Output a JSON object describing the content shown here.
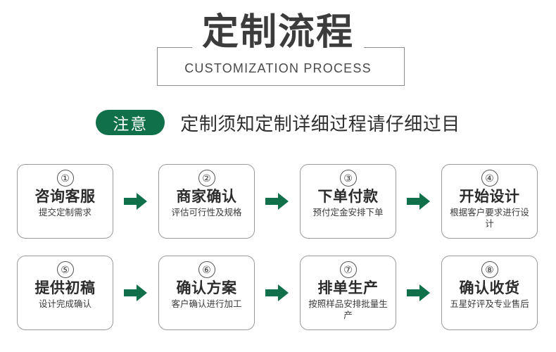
{
  "header": {
    "title_cn": "定制流程",
    "title_en": "CUSTOMIZATION PROCESS"
  },
  "notice": {
    "badge_label": "注意",
    "text": "定制须知定制详细过程请仔细过目",
    "badge_color": "#0f7049"
  },
  "theme": {
    "accent_green": "#0f7049",
    "text_dark": "#2b2b2b",
    "border_gray": "#9a9a9a"
  },
  "flow": {
    "arrow_icon": "arrow-right-icon",
    "rows": [
      {
        "steps": [
          {
            "number": "①",
            "title": "咨询客服",
            "desc": "提交定制需求"
          },
          {
            "number": "②",
            "title": "商家确认",
            "desc": "评估可行性及规格"
          },
          {
            "number": "③",
            "title": "下单付款",
            "desc": "预付定金安排下单"
          },
          {
            "number": "④",
            "title": "开始设计",
            "desc": "根据客户要求进行设计"
          }
        ]
      },
      {
        "steps": [
          {
            "number": "⑤",
            "title": "提供初稿",
            "desc": "设计完成确认"
          },
          {
            "number": "⑥",
            "title": "确认方案",
            "desc": "客户确认进行加工"
          },
          {
            "number": "⑦",
            "title": "排单生产",
            "desc": "按照样品安排批量生产"
          },
          {
            "number": "⑧",
            "title": "确认收货",
            "desc": "五星好评及专业售后"
          }
        ]
      }
    ]
  }
}
